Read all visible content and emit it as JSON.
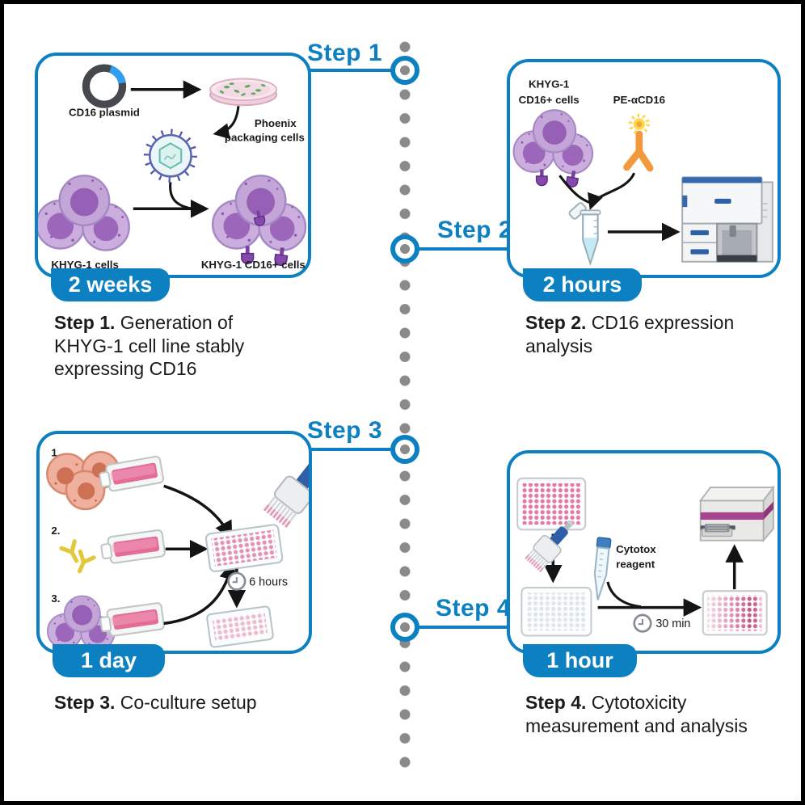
{
  "figure": {
    "type": "protocol-workflow-diagram",
    "accent_blue": "#0d80c2",
    "timeline_dot_color": "#8a8a8a"
  },
  "steps": [
    {
      "connector_label": "Step 1",
      "duration_badge": "2 weeks",
      "caption_bold": "Step 1.",
      "caption_rest": " Generation of KHYG-1 cell line stably expressing CD16",
      "labels": {
        "plasmid": "CD16 plasmid",
        "phoenix_line1": "Phoenix",
        "phoenix_line2": "packaging cells",
        "khyg_cells": "KHYG-1 cells",
        "khyg_cd16_cells": "KHYG-1 CD16+ cells"
      }
    },
    {
      "connector_label": "Step 2",
      "duration_badge": "2 hours",
      "caption_bold": "Step 2.",
      "caption_rest": " CD16 expression analysis",
      "labels": {
        "cells_line1": "KHYG-1",
        "cells_line2": "CD16+ cells",
        "antibody": "PE-αCD16"
      }
    },
    {
      "connector_label": "Step 3",
      "duration_badge": "1 day",
      "caption_bold": "Step 3.",
      "caption_rest": " Co-culture setup",
      "labels": {
        "item1": "1.",
        "item2": "2.",
        "item3": "3.",
        "incubation_time": "6 hours"
      }
    },
    {
      "connector_label": "Step 4",
      "duration_badge": "1 hour",
      "caption_bold": "Step 4.",
      "caption_rest": " Cytotoxicity measurement and analysis",
      "labels": {
        "reagent_line1": "Cytotox",
        "reagent_line2": "reagent",
        "incubation_time": "30 min"
      }
    }
  ]
}
